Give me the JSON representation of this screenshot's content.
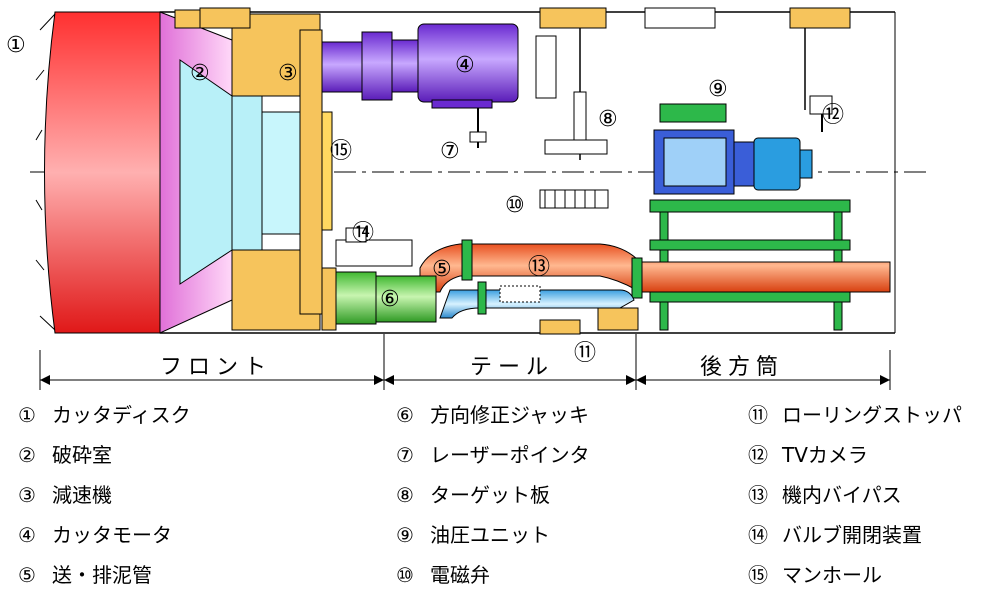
{
  "callouts": {
    "c1": "①",
    "c2": "②",
    "c3": "③",
    "c4": "④",
    "c5": "⑤",
    "c6": "⑥",
    "c7": "⑦",
    "c8": "⑧",
    "c9": "⑨",
    "c10": "⑩",
    "c11": "⑪",
    "c12": "⑫",
    "c13": "⑬",
    "c14": "⑭",
    "c15": "⑮"
  },
  "sections": {
    "front": "フロント",
    "tail": "テール",
    "rear": "後方筒"
  },
  "legend": [
    {
      "num": "①",
      "label": "カッタディスク"
    },
    {
      "num": "②",
      "label": "破砕室"
    },
    {
      "num": "③",
      "label": "減速機"
    },
    {
      "num": "④",
      "label": "カッタモータ"
    },
    {
      "num": "⑤",
      "label": "送・排泥管"
    },
    {
      "num": "⑥",
      "label": "方向修正ジャッキ"
    },
    {
      "num": "⑦",
      "label": "レーザーポインタ"
    },
    {
      "num": "⑧",
      "label": "ターゲット板"
    },
    {
      "num": "⑨",
      "label": "油圧ユニット"
    },
    {
      "num": "⑩",
      "label": "電磁弁"
    },
    {
      "num": "⑪",
      "label": "ローリングストッパ"
    },
    {
      "num": "⑫",
      "label": "TVカメラ"
    },
    {
      "num": "⑬",
      "label": "機内バイパス"
    },
    {
      "num": "⑭",
      "label": "バルブ開閉装置"
    },
    {
      "num": "⑮",
      "label": "マンホール"
    }
  ],
  "colors": {
    "cutter": "#e8202a",
    "chamber": "#f0a8e8",
    "reducer": "#f6c45c",
    "motor": "#7a34e0",
    "jack": "#6fd25a",
    "pipe": "#ff7a3c",
    "bypass": "#58b8f0",
    "hydraulic": "#3a5ed8",
    "frame": "#2db84a",
    "cyan": "#b8f0f8"
  }
}
